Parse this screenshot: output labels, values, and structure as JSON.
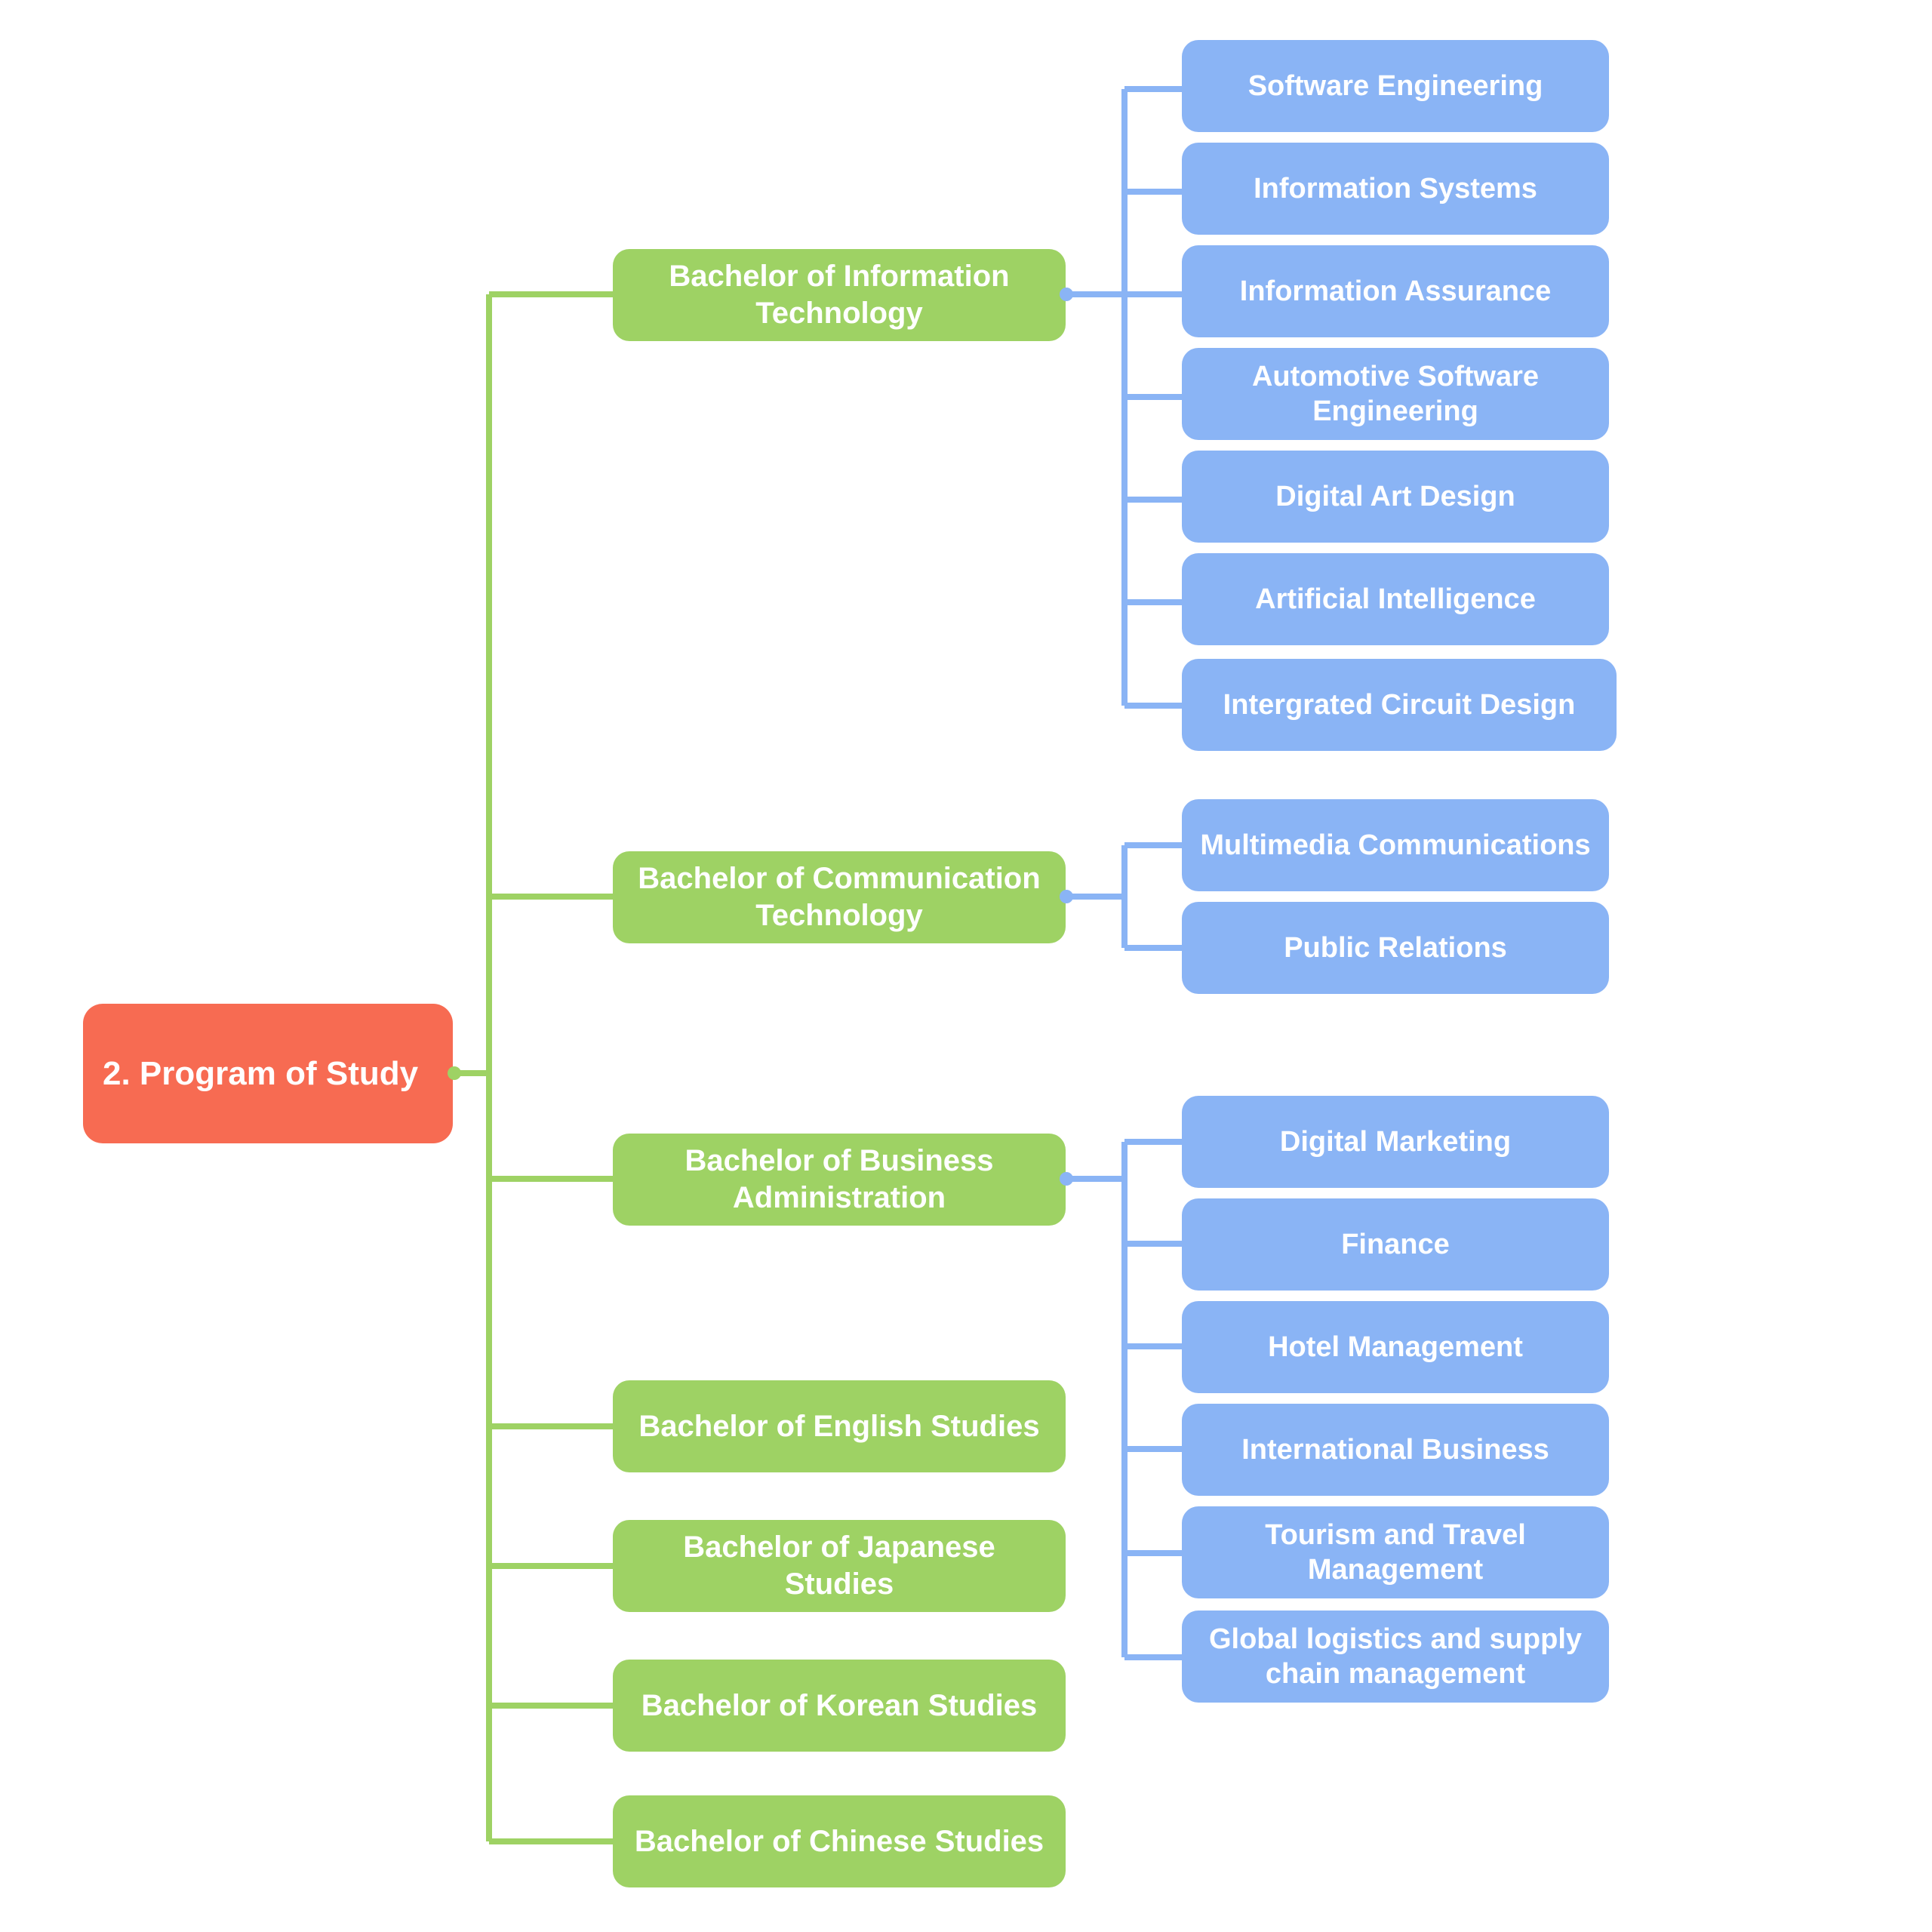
{
  "diagram": {
    "type": "mind-map-tree",
    "orientation": "left-to-right",
    "title": "2. Program of Study",
    "colors": {
      "root": "#f76b52",
      "branch": "#9ed264",
      "leaf": "#8ab4f5",
      "text": "#ffffff",
      "background": "#ffffff",
      "green_connector": "#9ed264",
      "blue_connector": "#8ab4f5"
    },
    "root": {
      "label": "2. Program of Study"
    },
    "branches": [
      {
        "id": "bit",
        "label": "Bachelor of Information Technology",
        "children": [
          {
            "label": "Software Engineering"
          },
          {
            "label": "Information Systems"
          },
          {
            "label": "Information Assurance"
          },
          {
            "label": "Automotive Software Engineering"
          },
          {
            "label": "Digital Art Design"
          },
          {
            "label": "Artificial Intelligence"
          },
          {
            "label": "Intergrated Circuit Design"
          }
        ]
      },
      {
        "id": "bct",
        "label": "Bachelor of Communication Technology",
        "children": [
          {
            "label": "Multimedia Communications"
          },
          {
            "label": "Public Relations"
          }
        ]
      },
      {
        "id": "bba",
        "label": "Bachelor of Business Administration",
        "children": [
          {
            "label": "Digital Marketing"
          },
          {
            "label": "Finance"
          },
          {
            "label": "Hotel Management"
          },
          {
            "label": "International Business"
          },
          {
            "label": "Tourism and Travel Management"
          },
          {
            "label": "Global logistics and supply chain management"
          }
        ]
      },
      {
        "id": "bes",
        "label": "Bachelor of English Studies",
        "children": []
      },
      {
        "id": "bjs",
        "label": "Bachelor of Japanese Studies",
        "children": []
      },
      {
        "id": "bks",
        "label": "Bachelor of Korean Studies",
        "children": []
      },
      {
        "id": "bcs",
        "label": "Bachelor of Chinese Studies",
        "children": []
      }
    ]
  }
}
